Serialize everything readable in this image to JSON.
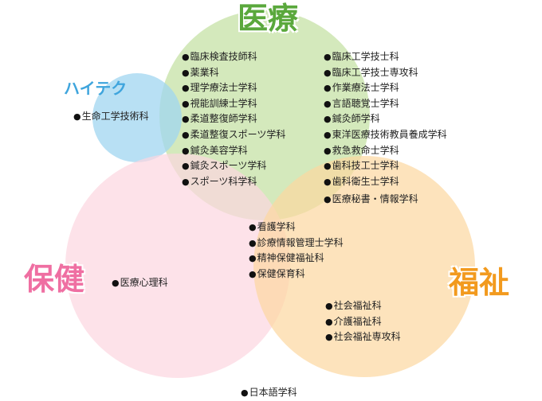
{
  "diagram": {
    "medical": {
      "title": "医療",
      "color": "#5aa83c",
      "left_courses": [
        "臨床検査技師科",
        "薬業科",
        "理学療法士学科",
        "視能訓練士学科",
        "柔道整復師学科",
        "柔道整復スポーツ学科",
        "鍼灸美容学科",
        "鍼灸スポーツ学科",
        "スポーツ科学科"
      ],
      "right_courses": [
        "臨床工学技士科",
        "臨床工学技士専攻科",
        "作業療法士学科",
        "言語聴覚士学科",
        "鍼灸師学科",
        "東洋医療技術教員養成学科",
        "救急救命士学科",
        "歯科技工士学科",
        "歯科衛生士学科"
      ],
      "extra_course": "医療秘書・情報学科"
    },
    "hitech": {
      "title": "ハイテク",
      "color": "#3fa5dd",
      "courses": [
        "生命工学技術科"
      ]
    },
    "health": {
      "title": "保健",
      "color": "#ef6fa2",
      "courses": [
        "医療心理科"
      ]
    },
    "welfare": {
      "title": "福祉",
      "color": "#f29a1e",
      "courses": [
        "社会福祉科",
        "介護福祉科",
        "社会福祉専攻科"
      ]
    },
    "core_overlap": {
      "courses": [
        "看護学科",
        "診療情報管理士学科",
        "精神保健福祉科",
        "保健保育科"
      ]
    },
    "outside": {
      "courses": [
        "日本語学科"
      ]
    }
  }
}
